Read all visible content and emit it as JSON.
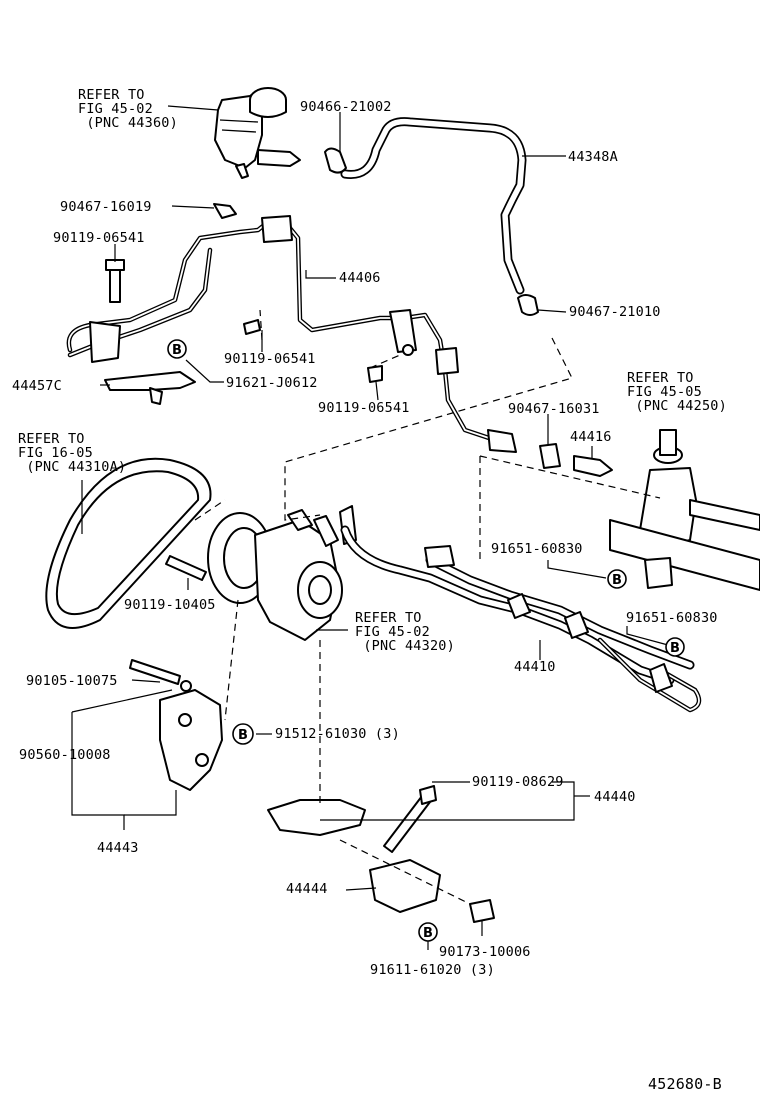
{
  "diagram": {
    "drawing_number": "452680-B",
    "callout_marker": "B",
    "labels": {
      "refer_reservoir": "REFER TO\nFIG 45-02\n (PNC 44360)",
      "p_90466_21002": "90466-21002",
      "p_44348A": "44348A",
      "p_90467_16019": "90467-16019",
      "p_90119_06541_a": "90119-06541",
      "p_44406": "44406",
      "p_90467_21010": "90467-21010",
      "p_90119_06541_b": "90119-06541",
      "p_44457C": "44457C",
      "p_91621_J0612": "91621-J0612",
      "p_90119_06541_c": "90119-06541",
      "refer_gear": "REFER TO\nFIG 45-05\n (PNC 44250)",
      "p_90467_16031": "90467-16031",
      "p_44416": "44416",
      "refer_belt": "REFER TO\nFIG 16-05\n (PNC 44310A)",
      "p_91651_60830_a": "91651-60830",
      "p_91651_60830_b": "91651-60830",
      "p_90119_10405": "90119-10405",
      "refer_pump": "REFER TO\nFIG 45-02\n (PNC 44320)",
      "p_44410": "44410",
      "p_90105_10075": "90105-10075",
      "p_90560_10008": "90560-10008",
      "p_91512_61030": "91512-61030 (3)",
      "p_90119_08629": "90119-08629",
      "p_44440": "44440",
      "p_44443": "44443",
      "p_44444": "44444",
      "p_90173_10006": "90173-10006",
      "p_91611_61020": "91611-61020 (3)"
    }
  }
}
